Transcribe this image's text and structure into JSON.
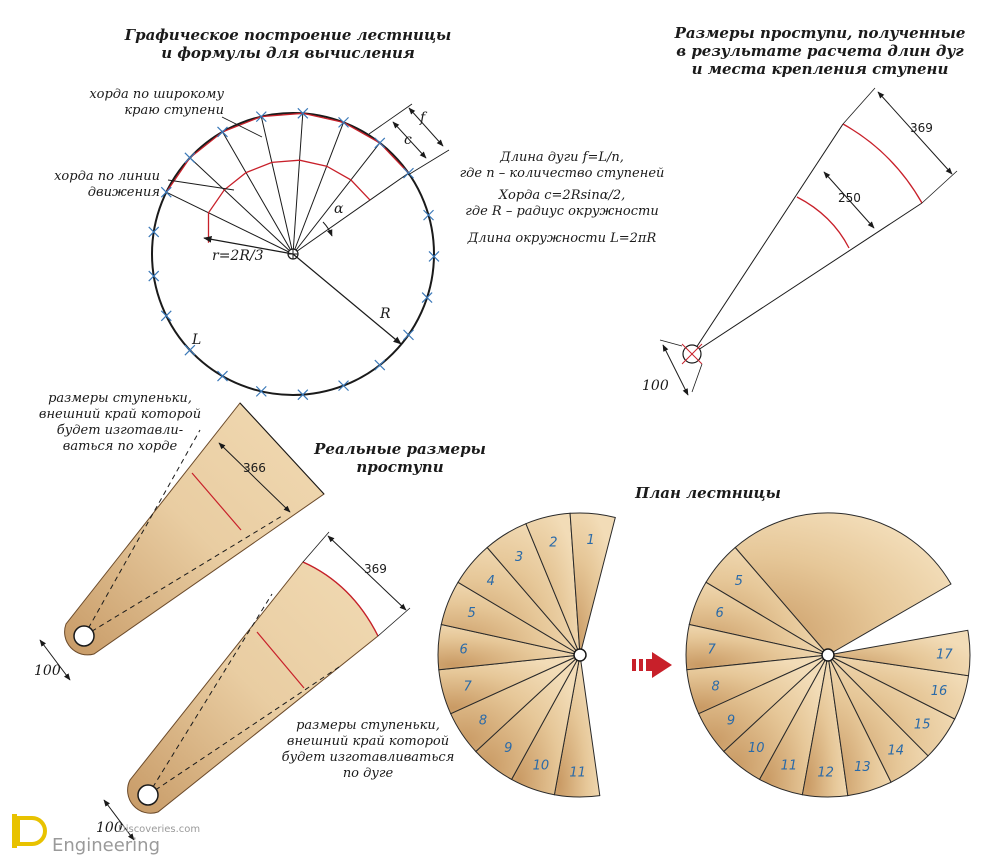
{
  "diagram": {
    "title_construction": [
      "Графическое построение лестницы",
      "и формулы для вычисления"
    ],
    "title_dimensions": [
      "Размеры проступи, полученные",
      "в результате расчета длин дуг",
      "и места крепления ступени"
    ],
    "title_real": [
      "Реальные размеры",
      "проступи"
    ],
    "title_plan": "План лестницы",
    "label_chord_wide": [
      "хорда по широкому",
      "краю ступени"
    ],
    "label_chord_motion": [
      "хорда по линии",
      "движения"
    ],
    "label_f": "f",
    "label_c": "c",
    "label_alpha": "α",
    "label_r": "r=2R/3",
    "label_R": "R",
    "label_L": "L",
    "formulas": [
      "Длина дуги f=L/n,",
      "где n – количество ступеней",
      "Хорда c=2Rsinα/2,",
      "где R – радиус окружности",
      "Длина окружности L=2πR"
    ],
    "dim_369_top": "369",
    "dim_250": "250",
    "dim_100_top": "100",
    "label_chord_step": [
      "размеры ступеньки,",
      "внешний край которой",
      "будет изготавли-",
      "ваться по хорде"
    ],
    "dim_366": "366",
    "dim_100_left": "100",
    "dim_369_bottom": "369",
    "dim_100_bottom": "100",
    "label_arc_step": [
      "размеры ступеньки,",
      "внешний край которой",
      "будет изготавливаться",
      "по дуге"
    ],
    "plan_left_numbers": [
      "1",
      "2",
      "3",
      "4",
      "5",
      "6",
      "7",
      "8",
      "9",
      "10",
      "11"
    ],
    "plan_right_numbers": [
      "5",
      "6",
      "7",
      "8",
      "9",
      "10",
      "11",
      "12",
      "13",
      "14",
      "15",
      "16",
      "17"
    ],
    "logo_text": "Engineering",
    "logo_sub": "Discoveries.com",
    "colors": {
      "tread_fill": "#ecd2a8",
      "tread_shade": "#d7b07e",
      "red": "#c8202a",
      "blue_mark": "#3a78b8",
      "num_blue": "#2a6aa8"
    }
  }
}
